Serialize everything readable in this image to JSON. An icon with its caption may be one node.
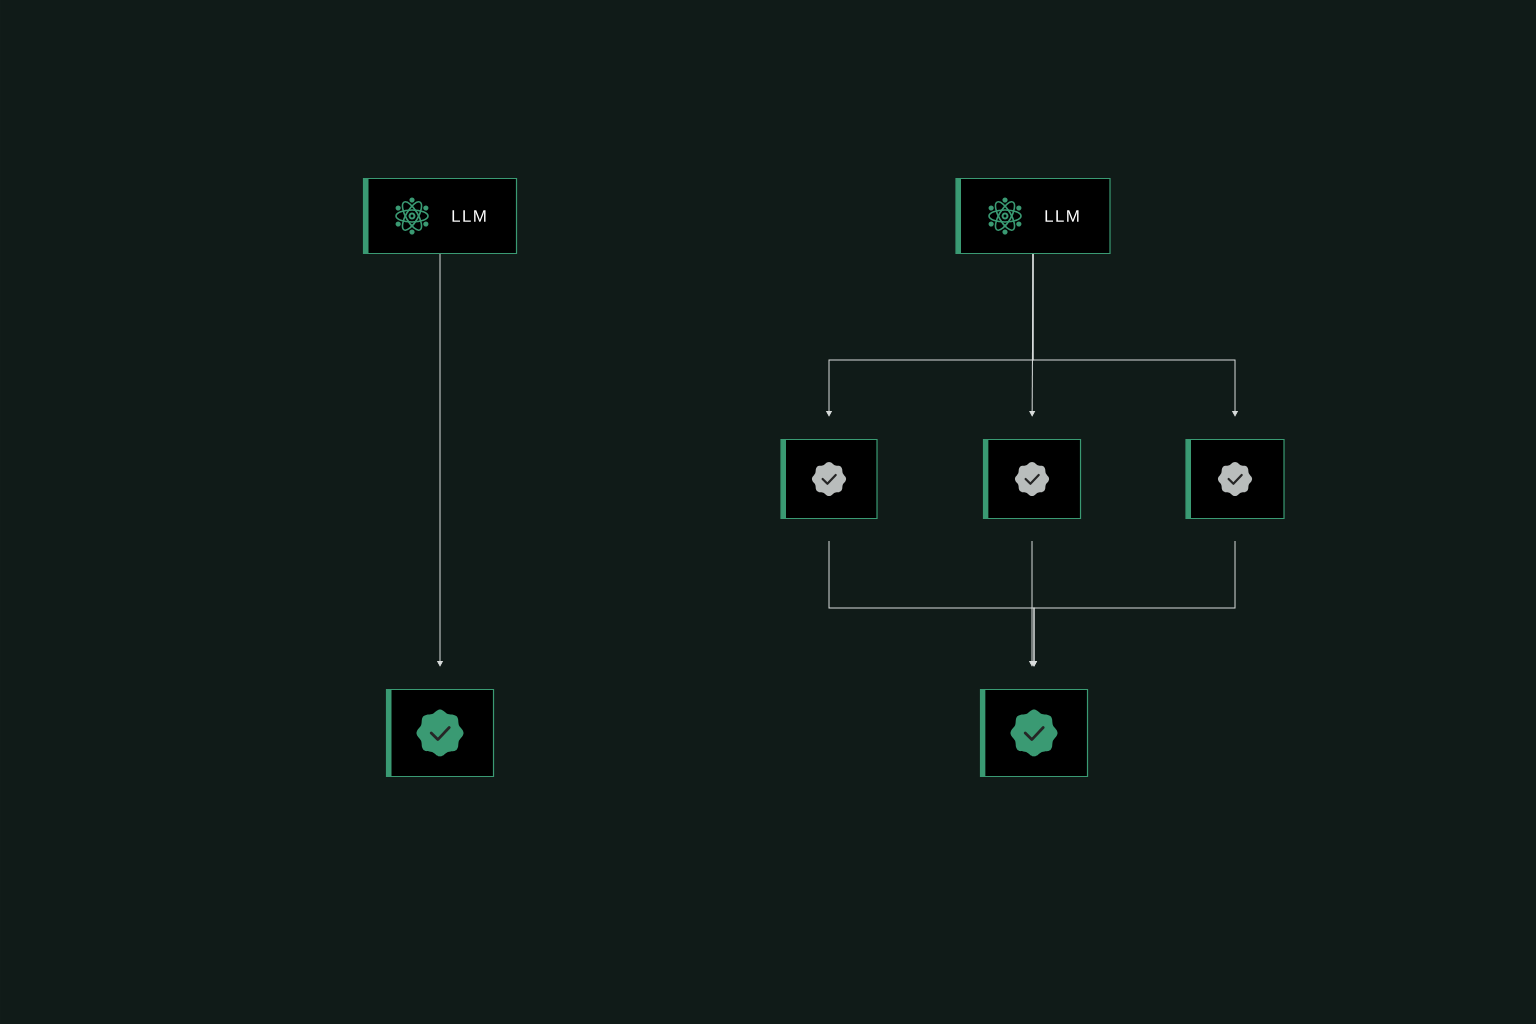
{
  "diagram": {
    "nodes": [
      {
        "text": [
          "LLM"
        ]
      },
      {
        "text": [],
        "shape": "box"
      },
      {
        "text": [
          "LLM"
        ]
      },
      {
        "text": [],
        "shape": "box"
      },
      {
        "text": [],
        "shape": "box"
      },
      {
        "text": [],
        "shape": "box"
      },
      {
        "text": [],
        "shape": "box"
      }
    ],
    "edges": [
      {
        "from": 0,
        "to": 1,
        "arrow": "to"
      },
      {
        "from": 2,
        "to": 3,
        "arrow": "to"
      },
      {
        "from": 2,
        "to": 4,
        "arrow": "to"
      },
      {
        "from": 2,
        "to": 5,
        "arrow": "to"
      },
      {
        "from": 3,
        "to": 6,
        "arrow": "to"
      },
      {
        "from": 4,
        "to": 6,
        "arrow": "to"
      },
      {
        "from": 5,
        "to": 6,
        "arrow": "to"
      }
    ]
  }
}
